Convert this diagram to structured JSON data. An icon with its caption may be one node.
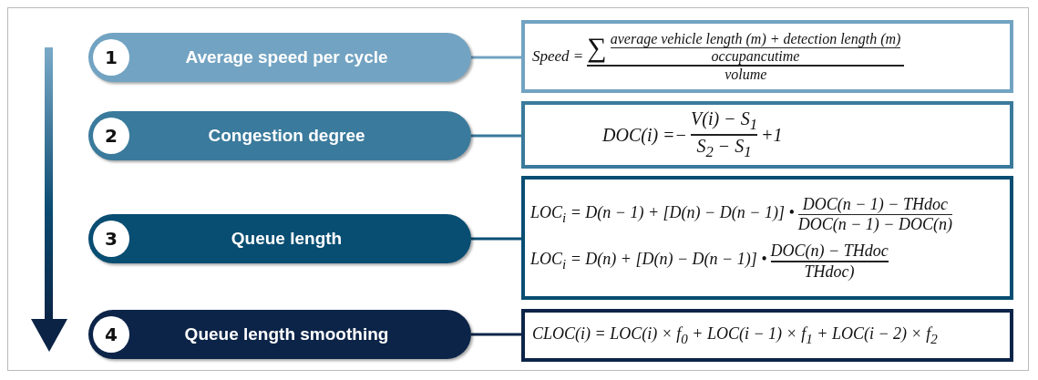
{
  "diagram": {
    "nodes": [
      {
        "text": [
          "1",
          "Average speed per cycle"
        ]
      },
      {
        "text": [
          "Speed =",
          "∑",
          "average vehicle length (m) + detection length (m)",
          "occupancutime",
          "volume"
        ]
      },
      {
        "text": [
          "2",
          "Congestion degree"
        ]
      },
      {
        "text": [
          "DOC(i) =−",
          "V(i) − S$_{1}$",
          "S$_{2}$ − S$_{1}$",
          "+1"
        ]
      },
      {
        "text": [
          "3",
          "Queue length"
        ]
      },
      {
        "text": [
          "LOC$_{i}$ = D(n − 1) + [D(n) − D(n − 1)] •",
          "DOC(n − 1) − THdoc",
          "DOC(n − 1) − DOC(n)",
          "LOC$_{i}$ = D(n) + [D(n) − D(n − 1)] •",
          "DOC(n) − THdoc",
          "THdoc)"
        ]
      },
      {
        "text": [
          "4",
          "Queue length smoothing"
        ]
      },
      {
        "text": [
          "CLOC(i) = LOC(i) × f$_{0}$ + LOC(i − 1) × f$_{1}$ + LOC(i − 2) × f$_{2}$"
        ]
      }
    ],
    "edges": [
      {
        "from": 0,
        "to": 1,
        "arrow": "none",
        "color": "#72a3c2"
      },
      {
        "from": 2,
        "to": 3,
        "arrow": "none",
        "color": "#3a7a9c"
      },
      {
        "from": 4,
        "to": 5,
        "arrow": "none",
        "color": "#084d72"
      },
      {
        "from": 6,
        "to": 7,
        "arrow": "none",
        "color": "#0c2448"
      }
    ]
  }
}
